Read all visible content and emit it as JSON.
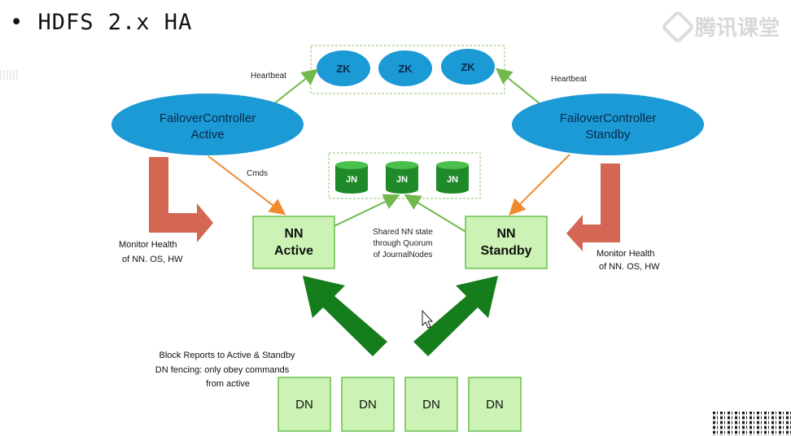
{
  "title": "•  HDFS 2.x HA",
  "watermark": {
    "text": "腾讯课堂",
    "icon": "play-logo-icon"
  },
  "zk_nodes": [
    "ZK",
    "ZK",
    "ZK"
  ],
  "jn_nodes": [
    "JN",
    "JN",
    "JN"
  ],
  "dn_nodes": [
    "DN",
    "DN",
    "DN",
    "DN"
  ],
  "failover_active": {
    "line1": "FailoverController",
    "line2": "Active"
  },
  "failover_standby": {
    "line1": "FailoverController",
    "line2": "Standby"
  },
  "nn_active": {
    "line1": "NN",
    "line2": "Active"
  },
  "nn_standby": {
    "line1": "NN",
    "line2": "Standby"
  },
  "labels": {
    "heartbeat_left": "Heartbeat",
    "heartbeat_right": "Heartbeat",
    "cmds": "Cmds",
    "shared_state": [
      "Shared NN state",
      "through Quorum",
      "of JournalNodes"
    ],
    "monitor_left": [
      "Monitor Health",
      "of NN. OS, HW"
    ],
    "monitor_right": [
      "Monitor Health",
      "of NN. OS, HW"
    ],
    "block_reports": [
      "Block Reports to Active & Standby",
      "DN fencing: only obey commands",
      "from active"
    ]
  },
  "colors": {
    "ellipse": "#1b9ad6",
    "ellipse_text": "#0a2a4a",
    "box_fill": "#ccf3b5",
    "box_border": "#6bbf4e",
    "jn_green": "#1f8a2a",
    "big_arrow_green": "#157d1c",
    "red_arrow": "#cf5a45",
    "orange_line": "#f08a2c",
    "green_line": "#72b84c"
  }
}
